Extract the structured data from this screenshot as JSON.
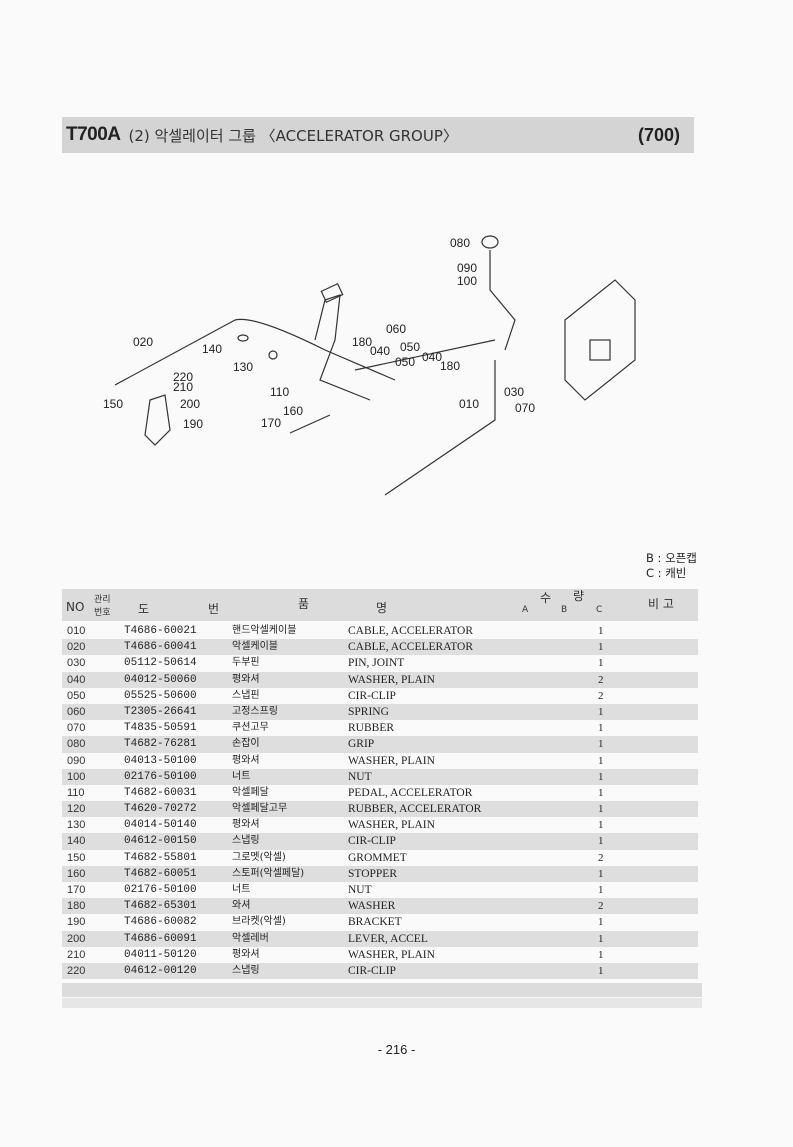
{
  "header": {
    "model": "T700A",
    "title": "(2) 악셀레이터 그룹 〈ACCELERATOR GROUP〉",
    "code": "(700)"
  },
  "legend": {
    "b": "B : 오픈캡",
    "c": "C : 캐빈"
  },
  "table": {
    "col_no": "NO",
    "col_mgmt_1": "관리",
    "col_mgmt_2": "번호",
    "col_drawing_1": "도",
    "col_drawing_2": "번",
    "col_name_1": "품",
    "col_name_2": "명",
    "col_qty_1": "수",
    "col_qty_2": "량",
    "col_a": "A",
    "col_b": "B",
    "col_c": "C",
    "col_note": "비 고",
    "rows": [
      {
        "no": "010",
        "part": "T4686-60021",
        "kr": "핸드악셀케이블",
        "en": "CABLE, ACCELERATOR",
        "qty": "1"
      },
      {
        "no": "020",
        "part": "T4686-60041",
        "kr": "악셀케이블",
        "en": "CABLE, ACCELERATOR",
        "qty": "1"
      },
      {
        "no": "030",
        "part": "05112-50614",
        "kr": "두부핀",
        "en": "PIN, JOINT",
        "qty": "1"
      },
      {
        "no": "040",
        "part": "04012-50060",
        "kr": "평와셔",
        "en": "WASHER, PLAIN",
        "qty": "2"
      },
      {
        "no": "050",
        "part": "05525-50600",
        "kr": "스냅핀",
        "en": "CIR-CLIP",
        "qty": "2"
      },
      {
        "no": "060",
        "part": "T2305-26641",
        "kr": "고정스프링",
        "en": "SPRING",
        "qty": "1"
      },
      {
        "no": "070",
        "part": "T4835-50591",
        "kr": "쿠션고무",
        "en": "RUBBER",
        "qty": "1"
      },
      {
        "no": "080",
        "part": "T4682-76281",
        "kr": "손잡이",
        "en": "GRIP",
        "qty": "1"
      },
      {
        "no": "090",
        "part": "04013-50100",
        "kr": "평와셔",
        "en": "WASHER, PLAIN",
        "qty": "1"
      },
      {
        "no": "100",
        "part": "02176-50100",
        "kr": "너트",
        "en": "NUT",
        "qty": "1"
      },
      {
        "no": "110",
        "part": "T4682-60031",
        "kr": "악셀페달",
        "en": "PEDAL, ACCELERATOR",
        "qty": "1"
      },
      {
        "no": "120",
        "part": "T4620-70272",
        "kr": "악셀페달고무",
        "en": "RUBBER, ACCELERATOR",
        "qty": "1"
      },
      {
        "no": "130",
        "part": "04014-50140",
        "kr": "평와셔",
        "en": "WASHER, PLAIN",
        "qty": "1"
      },
      {
        "no": "140",
        "part": "04612-00150",
        "kr": "스냅링",
        "en": "CIR-CLIP",
        "qty": "1"
      },
      {
        "no": "150",
        "part": "T4682-55801",
        "kr": "그로멧(악셀)",
        "en": "GROMMET",
        "qty": "2"
      },
      {
        "no": "160",
        "part": "T4682-60051",
        "kr": "스토퍼(악셀페달)",
        "en": "STOPPER",
        "qty": "1"
      },
      {
        "no": "170",
        "part": "02176-50100",
        "kr": "너트",
        "en": "NUT",
        "qty": "1"
      },
      {
        "no": "180",
        "part": "T4682-65301",
        "kr": "와셔",
        "en": "WASHER",
        "qty": "2"
      },
      {
        "no": "190",
        "part": "T4686-60082",
        "kr": "브라켓(악셀)",
        "en": "BRACKET",
        "qty": "1"
      },
      {
        "no": "200",
        "part": "T4686-60091",
        "kr": "악셀레버",
        "en": "LEVER, ACCEL",
        "qty": "1"
      },
      {
        "no": "210",
        "part": "04011-50120",
        "kr": "평와셔",
        "en": "WASHER, PLAIN",
        "qty": "1"
      },
      {
        "no": "220",
        "part": "04612-00120",
        "kr": "스냅링",
        "en": "CIR-CLIP",
        "qty": "1"
      }
    ]
  },
  "diagram": {
    "labels": [
      "080",
      "090",
      "100",
      "020",
      "060",
      "140",
      "180",
      "040",
      "050",
      "040",
      "130",
      "050",
      "180",
      "220",
      "210",
      "150",
      "200",
      "110",
      "030",
      "010",
      "070",
      "160",
      "170",
      "190"
    ]
  },
  "page": {
    "number": "- 216 -"
  }
}
